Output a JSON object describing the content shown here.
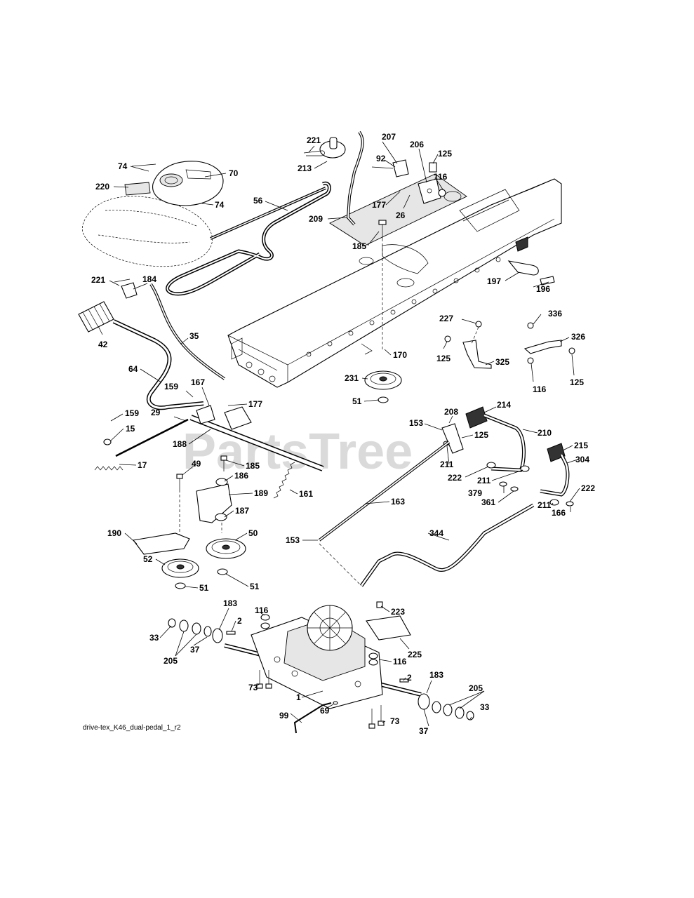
{
  "diagram": {
    "watermark": "PartsTree",
    "caption": "drive-tex_K46_dual-pedal_1_r2",
    "labels": [
      {
        "id": "l221a",
        "text": "221"
      },
      {
        "id": "l207",
        "text": "207"
      },
      {
        "id": "l206",
        "text": "206"
      },
      {
        "id": "l125a",
        "text": "125"
      },
      {
        "id": "l92",
        "text": "92"
      },
      {
        "id": "l116a",
        "text": "116"
      },
      {
        "id": "l213",
        "text": "213"
      },
      {
        "id": "l74a",
        "text": "74"
      },
      {
        "id": "l70",
        "text": "70"
      },
      {
        "id": "l220",
        "text": "220"
      },
      {
        "id": "l74b",
        "text": "74"
      },
      {
        "id": "l56",
        "text": "56"
      },
      {
        "id": "l177a",
        "text": "177"
      },
      {
        "id": "l26",
        "text": "26"
      },
      {
        "id": "l209",
        "text": "209"
      },
      {
        "id": "l185a",
        "text": "185"
      },
      {
        "id": "l221b",
        "text": "221"
      },
      {
        "id": "l184",
        "text": "184"
      },
      {
        "id": "l197",
        "text": "197"
      },
      {
        "id": "l196",
        "text": "196"
      },
      {
        "id": "l42",
        "text": "42"
      },
      {
        "id": "l35",
        "text": "35"
      },
      {
        "id": "l227",
        "text": "227"
      },
      {
        "id": "l336",
        "text": "336"
      },
      {
        "id": "l326",
        "text": "326"
      },
      {
        "id": "l170",
        "text": "170"
      },
      {
        "id": "l125b",
        "text": "125"
      },
      {
        "id": "l325",
        "text": "325"
      },
      {
        "id": "l64",
        "text": "64"
      },
      {
        "id": "l231",
        "text": "231"
      },
      {
        "id": "l125c",
        "text": "125"
      },
      {
        "id": "l116b",
        "text": "116"
      },
      {
        "id": "l159a",
        "text": "159"
      },
      {
        "id": "l167",
        "text": "167"
      },
      {
        "id": "l51a",
        "text": "51"
      },
      {
        "id": "l177b",
        "text": "177"
      },
      {
        "id": "l29",
        "text": "29"
      },
      {
        "id": "l159b",
        "text": "159"
      },
      {
        "id": "l208",
        "text": "208"
      },
      {
        "id": "l214",
        "text": "214"
      },
      {
        "id": "l153a",
        "text": "153"
      },
      {
        "id": "l15",
        "text": "15"
      },
      {
        "id": "l125d",
        "text": "125"
      },
      {
        "id": "l210",
        "text": "210"
      },
      {
        "id": "l188",
        "text": "188"
      },
      {
        "id": "l215",
        "text": "215"
      },
      {
        "id": "l211a",
        "text": "211"
      },
      {
        "id": "l304",
        "text": "304"
      },
      {
        "id": "l17",
        "text": "17"
      },
      {
        "id": "l185b",
        "text": "185"
      },
      {
        "id": "l49",
        "text": "49"
      },
      {
        "id": "l222a",
        "text": "222"
      },
      {
        "id": "l211b",
        "text": "211"
      },
      {
        "id": "l186",
        "text": "186"
      },
      {
        "id": "l222b",
        "text": "222"
      },
      {
        "id": "l189",
        "text": "189"
      },
      {
        "id": "l379",
        "text": "379"
      },
      {
        "id": "l161",
        "text": "161"
      },
      {
        "id": "l361",
        "text": "361"
      },
      {
        "id": "l163",
        "text": "163"
      },
      {
        "id": "l211c",
        "text": "211"
      },
      {
        "id": "l187",
        "text": "187"
      },
      {
        "id": "l166",
        "text": "166"
      },
      {
        "id": "l190",
        "text": "190"
      },
      {
        "id": "l50",
        "text": "50"
      },
      {
        "id": "l344",
        "text": "344"
      },
      {
        "id": "l153b",
        "text": "153"
      },
      {
        "id": "l52",
        "text": "52"
      },
      {
        "id": "l51b",
        "text": "51"
      },
      {
        "id": "l51c",
        "text": "51"
      },
      {
        "id": "l183a",
        "text": "183"
      },
      {
        "id": "l116c",
        "text": "116"
      },
      {
        "id": "l223",
        "text": "223"
      },
      {
        "id": "l2a",
        "text": "2"
      },
      {
        "id": "l33a",
        "text": "33"
      },
      {
        "id": "l225",
        "text": "225"
      },
      {
        "id": "l205a",
        "text": "205"
      },
      {
        "id": "l37a",
        "text": "37"
      },
      {
        "id": "l116d",
        "text": "116"
      },
      {
        "id": "l2b",
        "text": "2"
      },
      {
        "id": "l183b",
        "text": "183"
      },
      {
        "id": "l73a",
        "text": "73"
      },
      {
        "id": "l1",
        "text": "1"
      },
      {
        "id": "l205b",
        "text": "205"
      },
      {
        "id": "l99",
        "text": "99"
      },
      {
        "id": "l69",
        "text": "69"
      },
      {
        "id": "l33b",
        "text": "33"
      },
      {
        "id": "l73b",
        "text": "73"
      },
      {
        "id": "l37b",
        "text": "37"
      }
    ]
  }
}
